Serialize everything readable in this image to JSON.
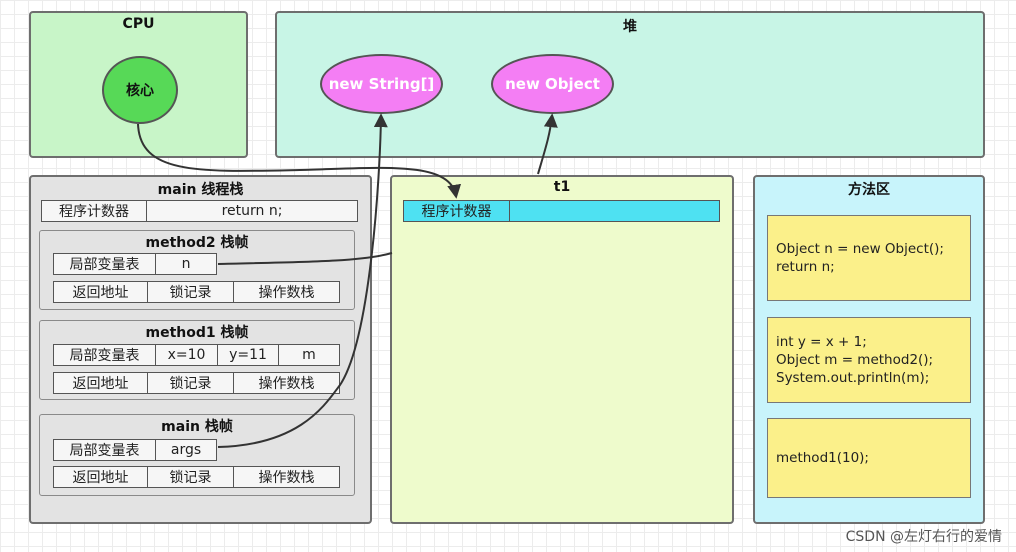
{
  "cpu": {
    "title": "CPU",
    "core": "核心"
  },
  "heap": {
    "title": "堆",
    "objects": [
      "new String[]",
      "new Object"
    ]
  },
  "stack": {
    "title": "main 线程栈",
    "pc": {
      "label": "程序计数器",
      "value": "return n;"
    },
    "frames": [
      {
        "title": "method2 栈帧",
        "locals_label": "局部变量表",
        "locals": [
          "n"
        ],
        "extra": [
          "返回地址",
          "锁记录",
          "操作数栈"
        ]
      },
      {
        "title": "method1 栈帧",
        "locals_label": "局部变量表",
        "locals": [
          "x=10",
          "y=11",
          "m"
        ],
        "extra": [
          "返回地址",
          "锁记录",
          "操作数栈"
        ]
      },
      {
        "title": "main 栈帧",
        "locals_label": "局部变量表",
        "locals": [
          "args"
        ],
        "extra": [
          "返回地址",
          "锁记录",
          "操作数栈"
        ]
      }
    ]
  },
  "t1": {
    "title": "t1",
    "pc_label": "程序计数器",
    "pc_color": "#4ee1f2"
  },
  "method_area": {
    "title": "方法区",
    "codes": [
      [
        "Object n = new Object();",
        "return n;"
      ],
      [
        "int y = x + 1;",
        "Object m = method2();",
        "System.out.println(m);"
      ],
      [
        "method1(10);"
      ]
    ]
  },
  "watermark": "CSDN @左灯右行的爱情"
}
